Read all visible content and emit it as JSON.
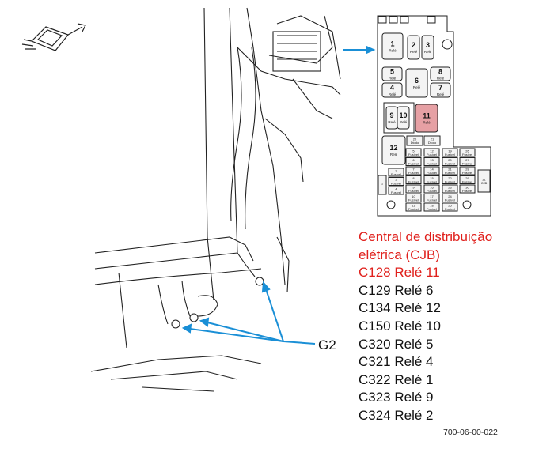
{
  "legend": {
    "title_line1": "Central de distribuição",
    "title_line2": "elétrica (CJB)",
    "items": [
      {
        "text": "C128 Relé 11",
        "highlight": true
      },
      {
        "text": "C129 Relé 6",
        "highlight": false
      },
      {
        "text": "C134 Relé 12",
        "highlight": false
      },
      {
        "text": "C150 Relé 10",
        "highlight": false
      },
      {
        "text": "C320 Relé 5",
        "highlight": false
      },
      {
        "text": "C321 Relé 4",
        "highlight": false
      },
      {
        "text": "C322 Relé 1",
        "highlight": false
      },
      {
        "text": "C323 Relé 9",
        "highlight": false
      },
      {
        "text": "C324 Relé 2",
        "highlight": false
      }
    ]
  },
  "ground_label": "G2",
  "figure_code": "700-06-00-022",
  "fusebox": {
    "relay_word": "Relé",
    "fuse_word": "Fusível",
    "diode_word": "Diodo",
    "cjb_label": "CJB",
    "relays": [
      "1",
      "2",
      "3",
      "4",
      "5",
      "6",
      "7",
      "8",
      "9",
      "10",
      "11",
      "12"
    ],
    "fuses_left": [
      "2",
      "3",
      "4"
    ],
    "fuse_1": "1",
    "fuse_31": "31",
    "diodes": [
      "20",
      "21"
    ],
    "fuse_grid": [
      [
        "5",
        "12",
        "19",
        "26"
      ],
      [
        "6",
        "13",
        "20",
        "27"
      ],
      [
        "7",
        "14",
        "21",
        "28"
      ],
      [
        "8",
        "15",
        "22",
        "29"
      ],
      [
        "9",
        "16",
        "23",
        "30"
      ],
      [
        "10",
        "17",
        "24",
        ""
      ],
      [
        "11",
        "18",
        "25",
        ""
      ]
    ]
  },
  "colors": {
    "highlight": "#e0201c",
    "relay_highlight": "#e6a0a4",
    "arrow": "#1a8fd6"
  }
}
